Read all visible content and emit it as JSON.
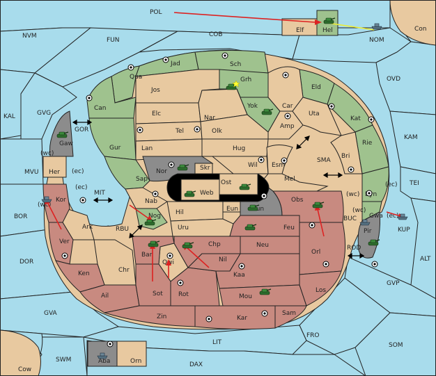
{
  "colors": {
    "sea": "#a8dcec",
    "tan": "#e8c9a0",
    "green": "#9fc28e",
    "red": "#c88a80",
    "gray": "#8c8c8c",
    "black": "#000000",
    "move_arrow": "#dd2222",
    "support_arrow": "#eeee33"
  },
  "sea_labels": {
    "POL": "POL",
    "NVM": "NVM",
    "FUN": "FUN",
    "COB": "COB",
    "NOM": "NOM",
    "CON": "Con",
    "OVD": "OVD",
    "KAL": "KAL",
    "GVG": "GVG",
    "KAM": "KAM",
    "GOR": "GOR",
    "MVU": "MVU",
    "SMA": "SMA",
    "TEI": "TEI",
    "MIT": "MIT",
    "BOR": "BOR",
    "RBU": "RBU",
    "BUC": "BUC",
    "KUP": "KUP",
    "ROD": "ROD",
    "ALT": "ALT",
    "DOR": "DOR",
    "GVP": "GVP",
    "GVA": "GVA",
    "FRO": "FRO",
    "LIT": "LIT",
    "SOM": "SOM",
    "SWM": "SWM",
    "DAX": "DAX",
    "COW": "Cow"
  },
  "land_labels": {
    "Elf": "Elf",
    "Hel": "Hel",
    "Jad": "Jad",
    "Sch": "Sch",
    "Qua": "Qua",
    "Jos": "Jos",
    "Grh": "Grh",
    "Eld": "Eld",
    "Can": "Can",
    "Yok": "Yok",
    "Car": "Car",
    "Uta": "Uta",
    "Elc": "Elc",
    "Nar": "Nar",
    "Kat": "Kat",
    "Tel": "Tel",
    "Olk": "Olk",
    "Amp": "Amp",
    "Gaw": "Gaw",
    "Gur": "Gur",
    "Lan": "Lan",
    "Hug": "Hug",
    "Rie": "Rie",
    "Bri": "Bri",
    "Her": "Her",
    "Wil": "Wil",
    "Esm": "Esm",
    "Nor": "Nor",
    "Skr": "Skr",
    "Sap": "Sap",
    "Ost": "Ost",
    "Mel": "Mel",
    "Web": "Web",
    "Byn": "Byn",
    "Kor": "Kor",
    "Nab": "Nab",
    "Obs": "Obs",
    "Eun": "Eun",
    "Sun": "Sun",
    "Hil": "Hil",
    "Gwa": "Gwa",
    "Nog": "Nog",
    "Ark": "Ark",
    "Uru": "Uru",
    "Feu": "Feu",
    "Pir": "Pir",
    "Ver": "Ver",
    "Chp": "Chp",
    "Neu": "Neu",
    "Bar": "Bar",
    "Qwi": "Qwi",
    "Orl": "Orl",
    "Nil": "Nil",
    "Ken": "Ken",
    "Kaa": "Kaa",
    "Chr": "Chr",
    "Sot": "Sot",
    "Rot": "Rot",
    "Los": "Los",
    "Mou": "Mou",
    "Ail": "Ail",
    "Zin": "Zin",
    "Kar": "Kar",
    "Sam": "Sam",
    "Aba": "Aba",
    "Orn": "Orn"
  },
  "coast_labels": {
    "wc1": "(wc)",
    "ec1": "(ec)",
    "ec2": "(ec)",
    "wc2": "(wc)",
    "ec3": "(ec)",
    "wc3": "(wc)",
    "ec4": "(ec)"
  },
  "icons": {
    "tank": "tank-icon",
    "fleet": "fleet-icon",
    "supply_center": "supply-center-icon",
    "two_way": "two-way-arrow-icon",
    "star": "star-icon"
  }
}
